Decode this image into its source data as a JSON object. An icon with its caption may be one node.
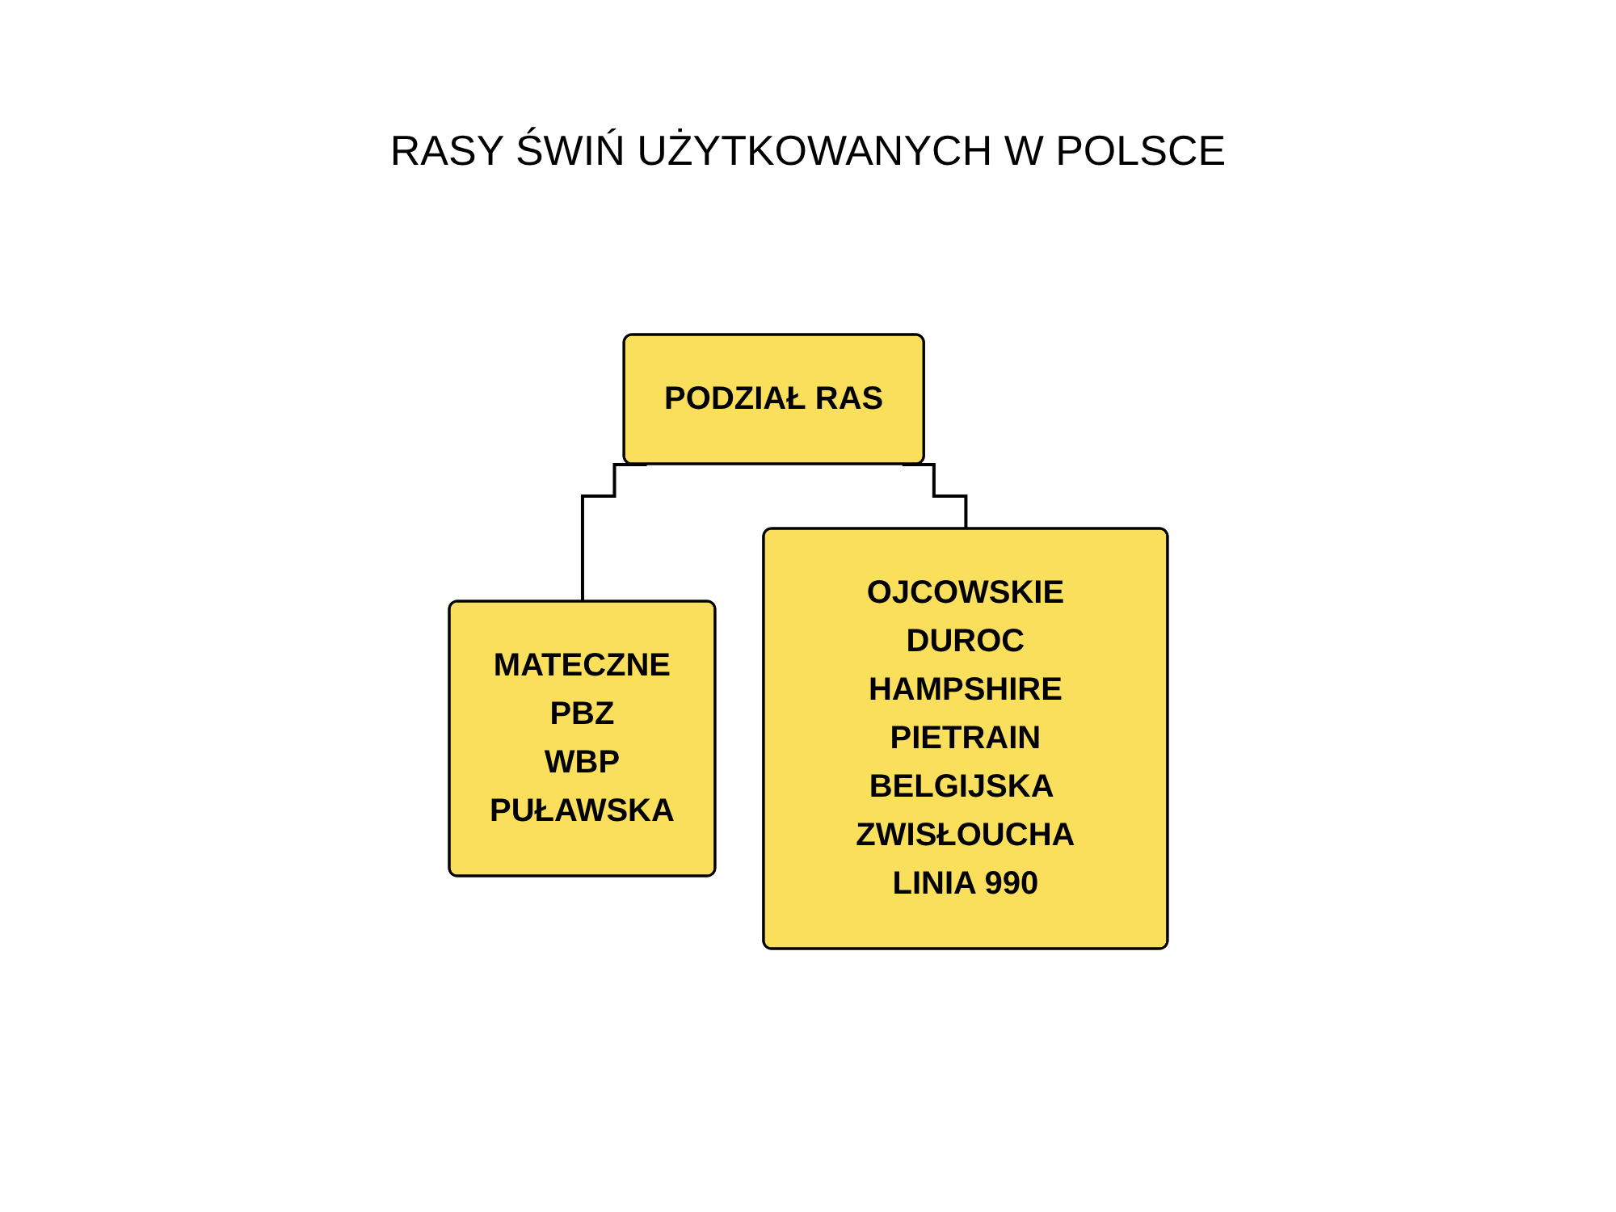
{
  "diagram": {
    "title": "RASY ŚWIŃ UŻYTKOWANYCH W POLSCE",
    "nodes": [
      {
        "text": [
          "PODZIAŁ RAS"
        ]
      },
      {
        "text": [
          "MATECZNE",
          "PBZ",
          "WBP",
          "PUŁAWSKA"
        ]
      },
      {
        "text": [
          "OJCOWSKIE",
          "DUROC",
          "HAMPSHIRE",
          "PIETRAIN",
          "BELGIJSKA ZWISŁOUCHA",
          "LINIA 990"
        ]
      }
    ],
    "edges": [
      {
        "from": 0,
        "to": 1,
        "arrow": "none"
      },
      {
        "from": 0,
        "to": 2,
        "arrow": "none"
      }
    ]
  }
}
